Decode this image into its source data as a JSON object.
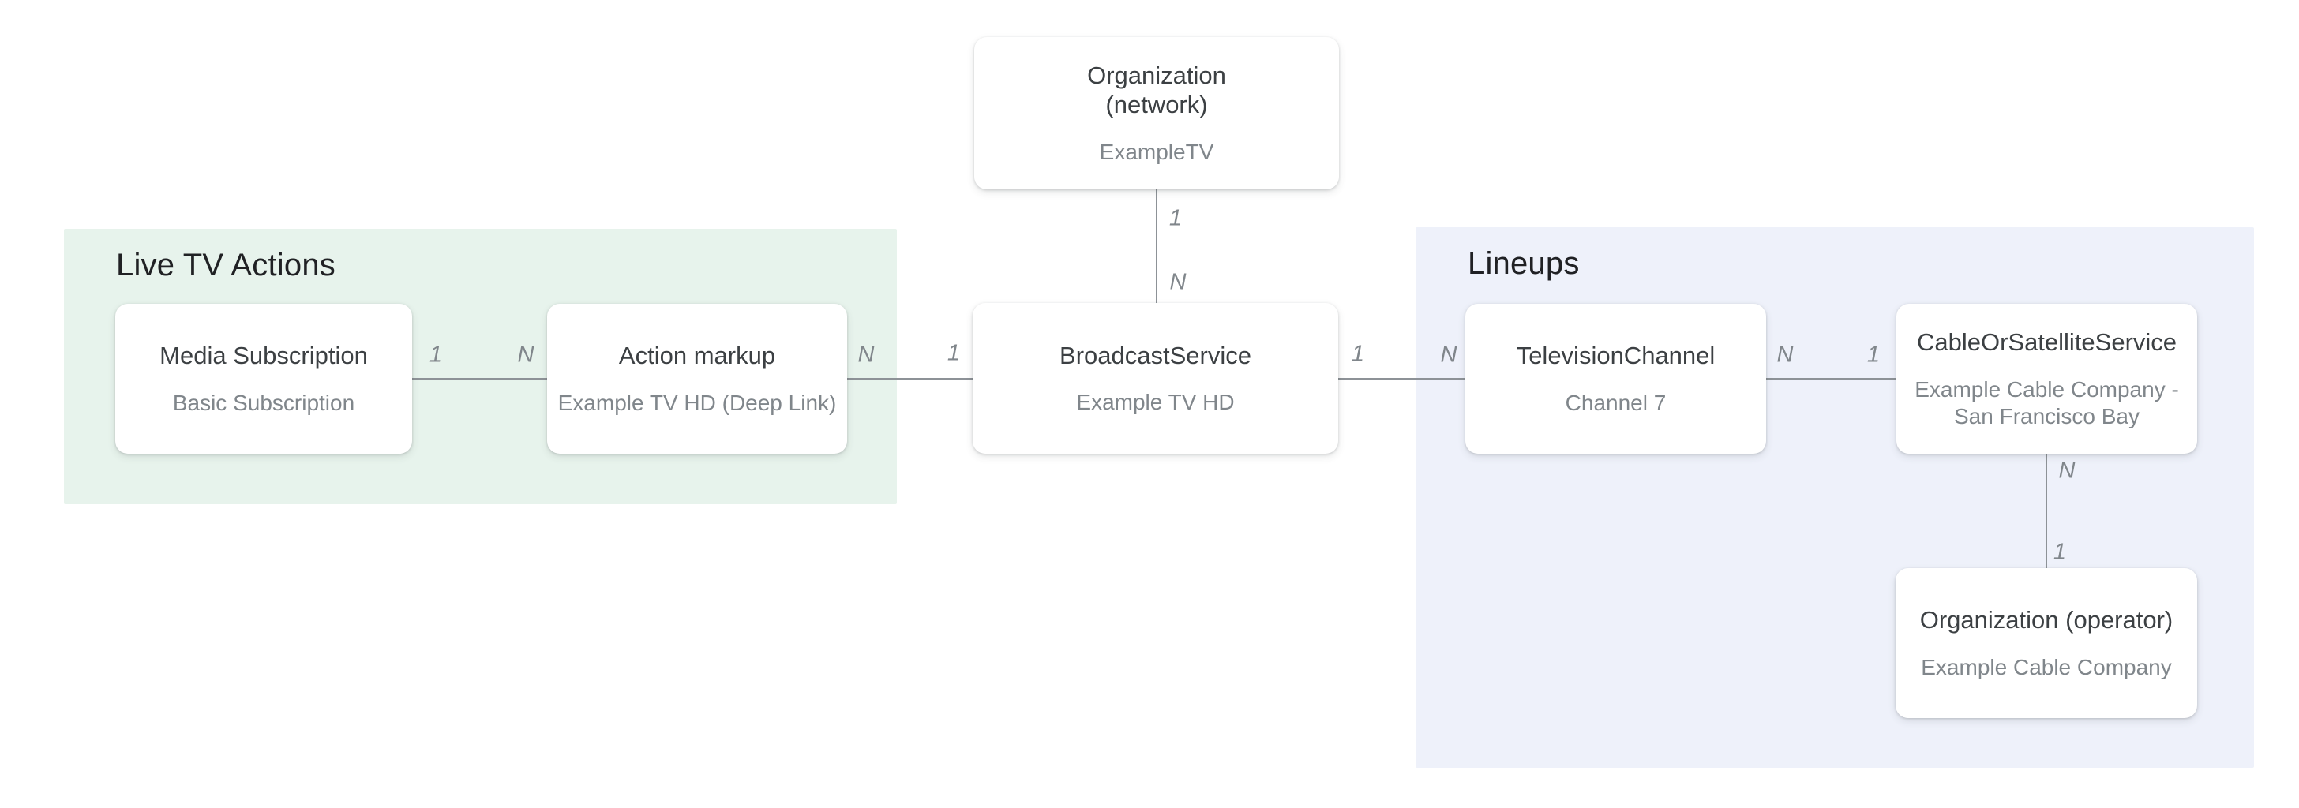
{
  "canvas": {
    "background": "#ffffff"
  },
  "groups": [
    {
      "id": "live-tv-actions",
      "label": "Live TV Actions",
      "fill": "#e7f3ec"
    },
    {
      "id": "lineups",
      "label": "Lineups",
      "fill": "#eef1fa"
    }
  ],
  "nodes": [
    {
      "id": "organization-network",
      "title": "Organization\n(network)",
      "subtitle": "ExampleTV"
    },
    {
      "id": "media-subscription",
      "title": "Media Subscription",
      "subtitle": "Basic Subscription"
    },
    {
      "id": "action-markup",
      "title": "Action markup",
      "subtitle": "Example TV HD (Deep Link)"
    },
    {
      "id": "broadcast-service",
      "title": "BroadcastService",
      "subtitle": "Example TV HD"
    },
    {
      "id": "television-channel",
      "title": "TelevisionChannel",
      "subtitle": "Channel 7"
    },
    {
      "id": "cable-or-satellite-service",
      "title": "CableOrSatelliteService",
      "subtitle": "Example Cable Company -\nSan Francisco Bay"
    },
    {
      "id": "organization-operator",
      "title": "Organization (operator)",
      "subtitle": "Example Cable Company"
    }
  ],
  "edges": [
    {
      "from": "organization-network",
      "to": "broadcast-service",
      "orientation": "vertical",
      "from_card": "1",
      "to_card": "N"
    },
    {
      "from": "media-subscription",
      "to": "action-markup",
      "orientation": "horizontal",
      "from_card": "1",
      "to_card": "N"
    },
    {
      "from": "action-markup",
      "to": "broadcast-service",
      "orientation": "horizontal",
      "from_card": "N",
      "to_card": "1"
    },
    {
      "from": "broadcast-service",
      "to": "television-channel",
      "orientation": "horizontal",
      "from_card": "1",
      "to_card": "N"
    },
    {
      "from": "television-channel",
      "to": "cable-or-satellite-service",
      "orientation": "horizontal",
      "from_card": "N",
      "to_card": "1"
    },
    {
      "from": "cable-or-satellite-service",
      "to": "organization-operator",
      "orientation": "vertical",
      "from_card": "N",
      "to_card": "1"
    }
  ],
  "colors": {
    "group_green_fill": "#e7f3ec",
    "group_blue_fill": "#eef1fa",
    "line": "#8d9297",
    "node_title": "#3c4043",
    "node_subtitle": "#80868b",
    "cardinality": "#80868b",
    "group_title": "#202124"
  }
}
